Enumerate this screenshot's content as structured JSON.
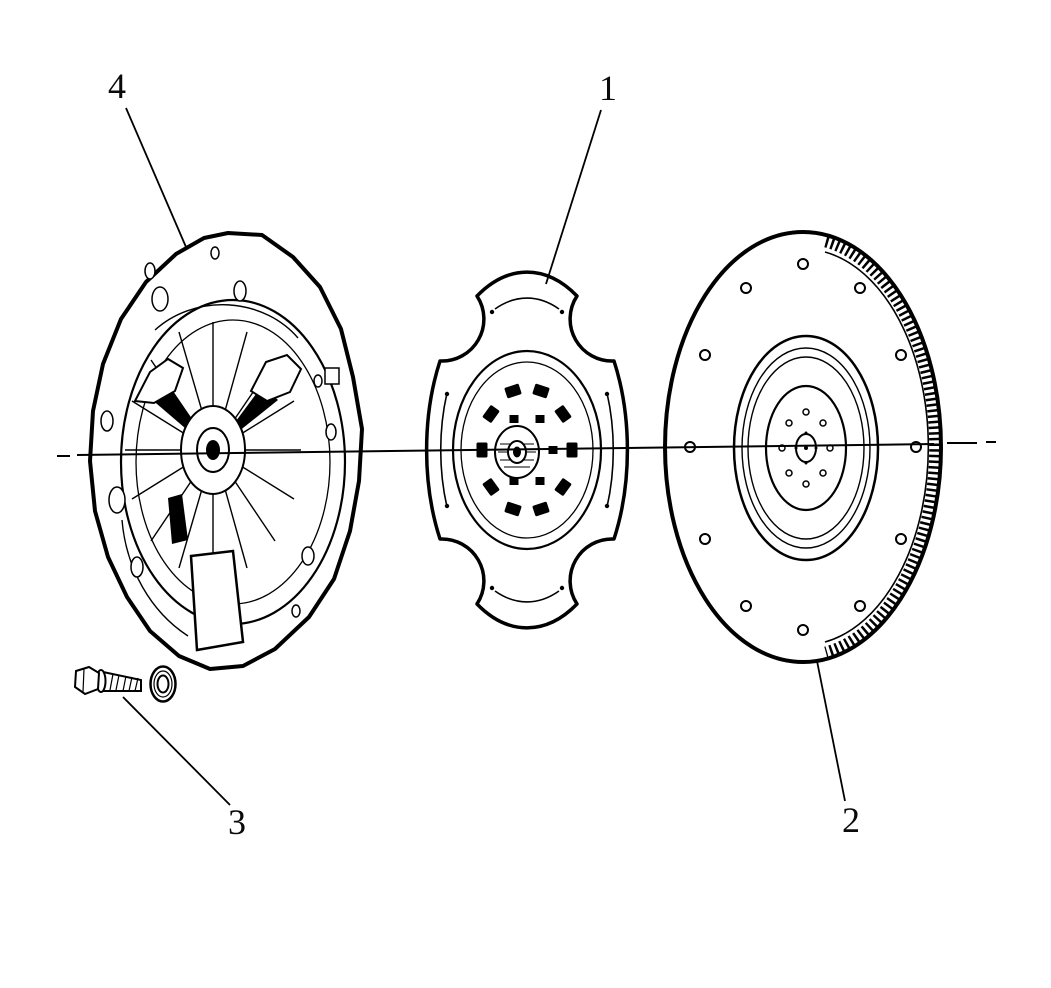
{
  "colors": {
    "background": "#ffffff",
    "line": "#000000"
  },
  "callouts": [
    {
      "label": "1"
    },
    {
      "label": "2"
    },
    {
      "label": "3"
    },
    {
      "label": "4"
    }
  ]
}
